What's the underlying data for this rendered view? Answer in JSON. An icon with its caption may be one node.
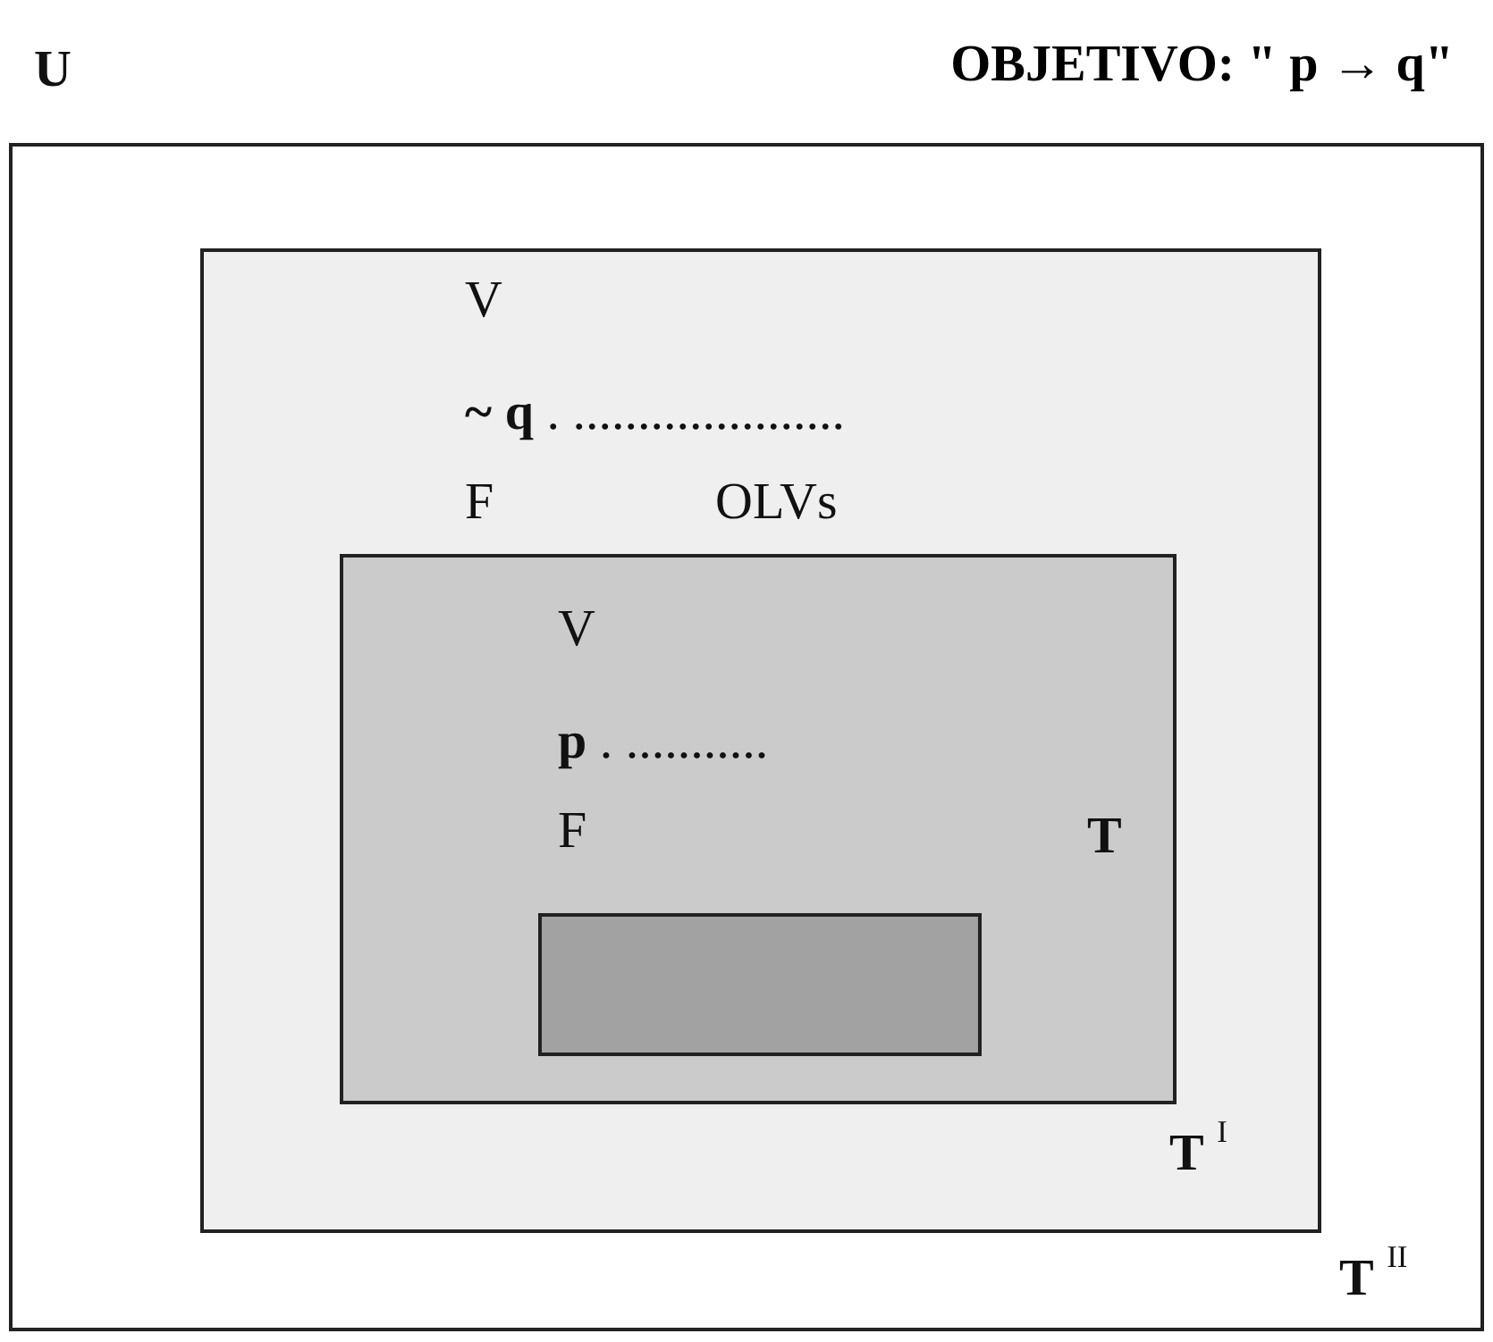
{
  "diagram": {
    "title": "OBJETIVO: \" p → q\"",
    "nodes": [
      {
        "text": [
          "U",
          "**T** $^{II}$"
        ]
      },
      {
        "text": [
          "V",
          "**~ q** . .....................",
          "F",
          "OLVs",
          "**T** $^{I}$"
        ],
        "in": 0
      },
      {
        "text": [
          "V",
          "**p** . ...........",
          "F",
          "T"
        ],
        "in": 1
      },
      {
        "text": [],
        "shape": "box",
        "in": 2
      }
    ]
  }
}
